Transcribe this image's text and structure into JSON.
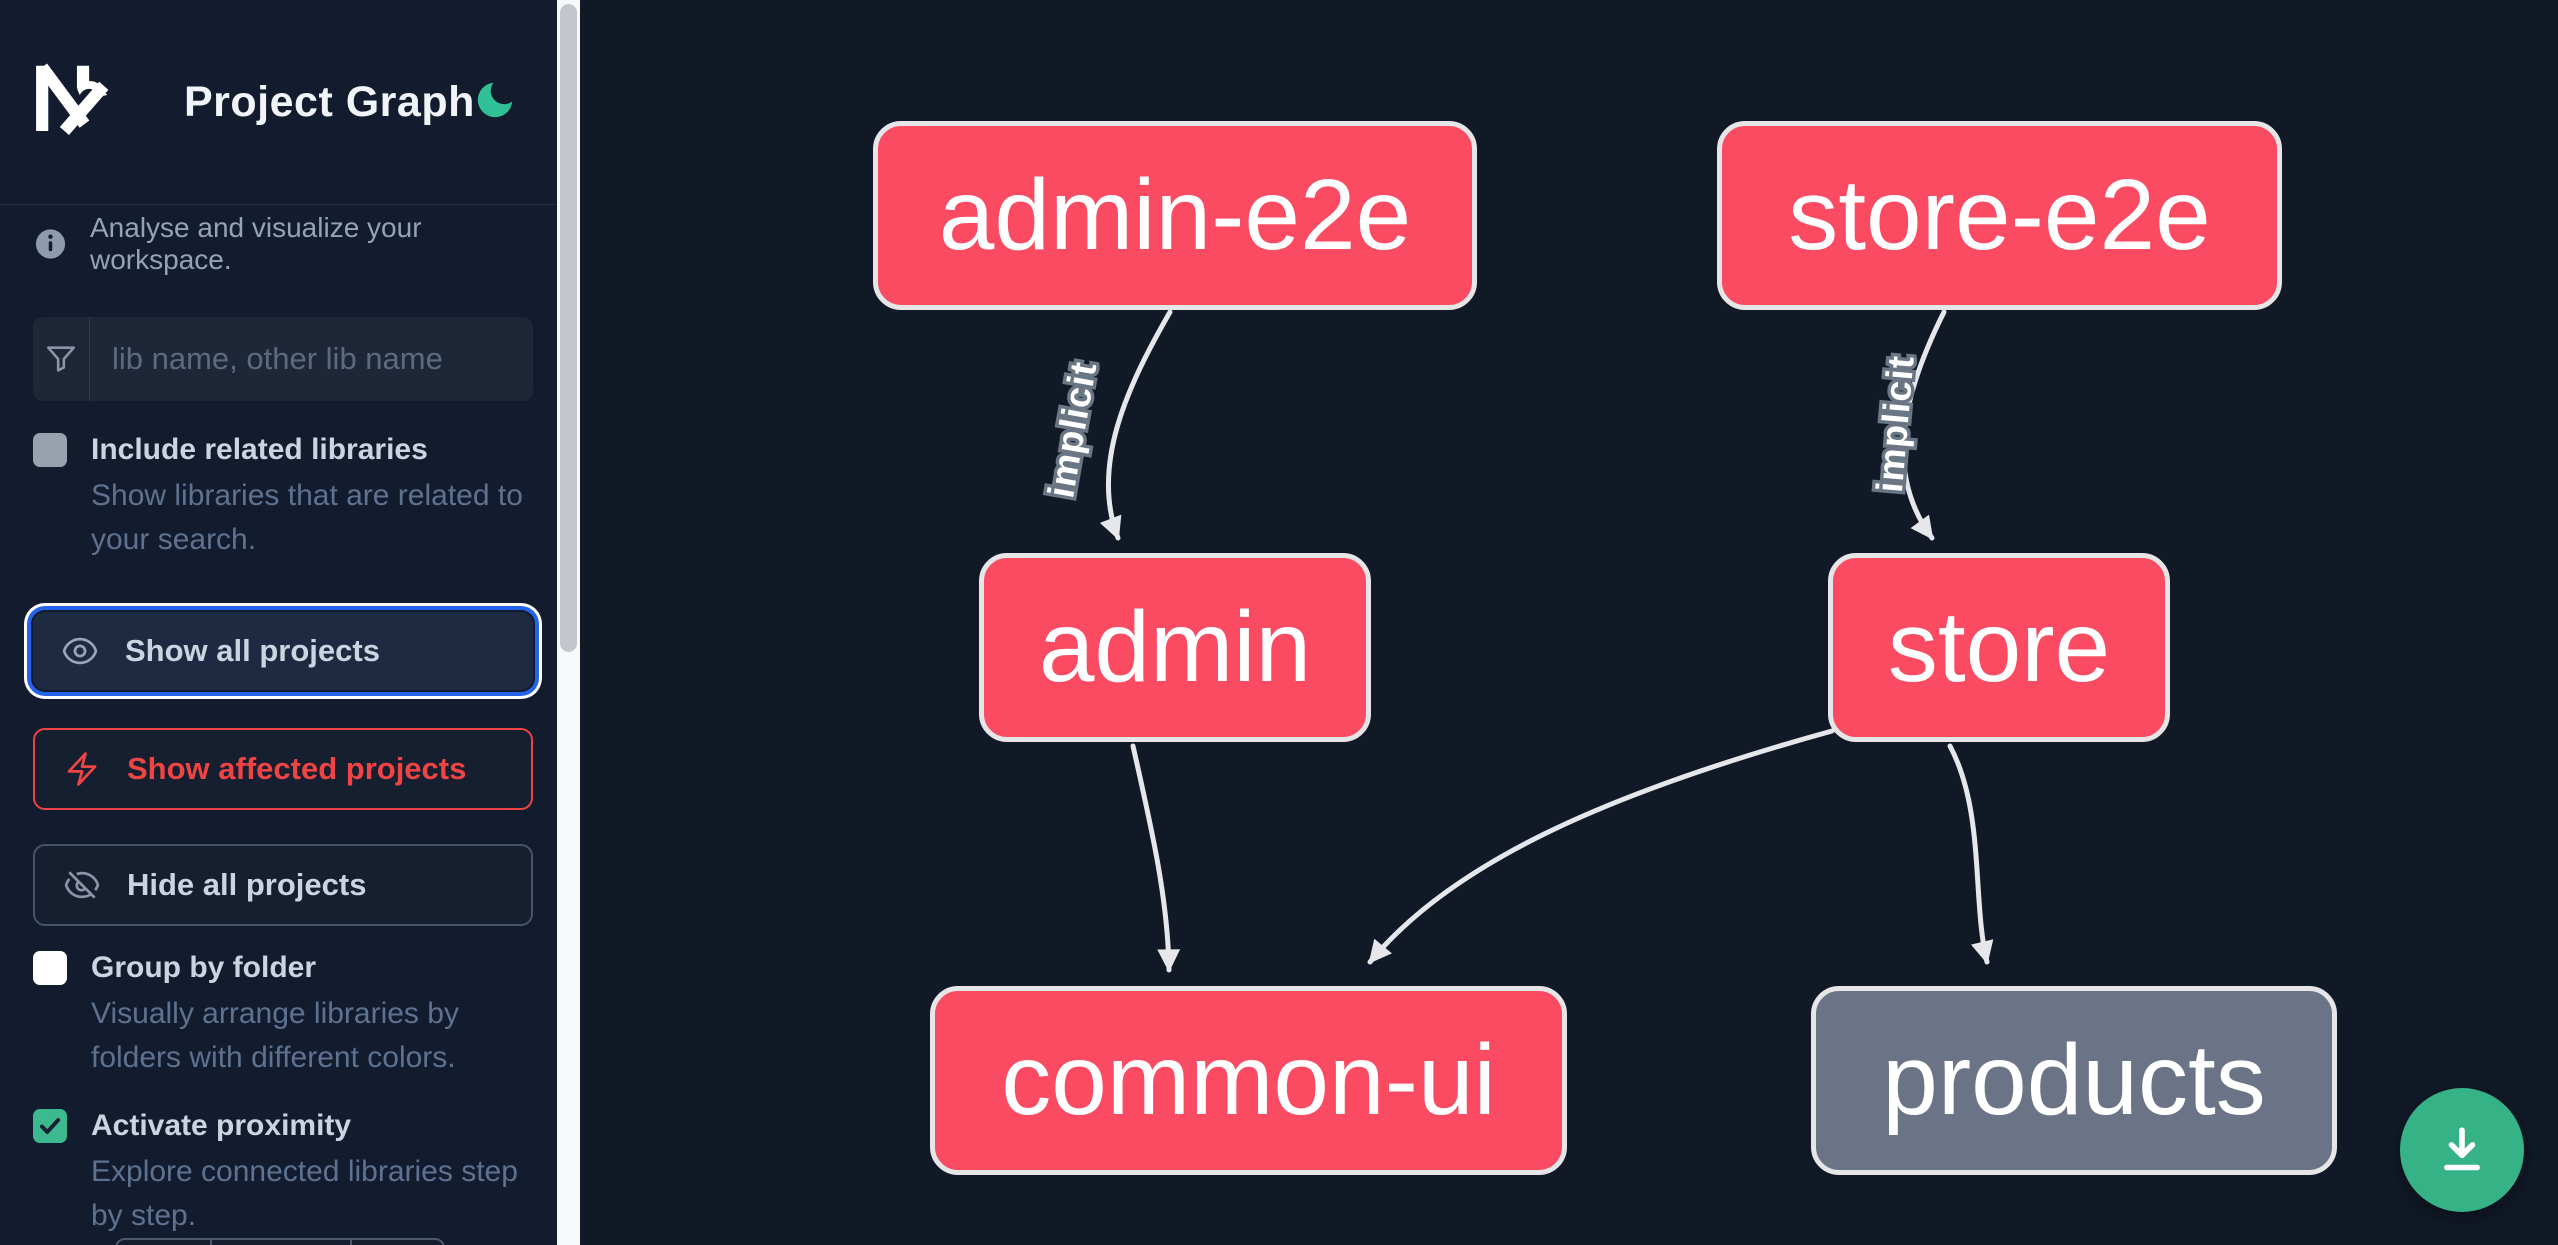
{
  "header": {
    "title": "Project Graph"
  },
  "sidebar": {
    "tagline": "Analyse and visualize your workspace.",
    "search": {
      "placeholder": "lib name, other lib name"
    },
    "toggles": [
      {
        "label": "Include related libraries",
        "description": "Show libraries that are related to your search.",
        "checked": false,
        "disabled": true
      },
      {
        "label": "Group by folder",
        "description": "Visually arrange libraries by folders with different colors.",
        "checked": false,
        "disabled": false
      },
      {
        "label": "Activate proximity",
        "description": "Explore connected libraries step by step.",
        "checked": true,
        "disabled": false
      }
    ],
    "actions": [
      {
        "label": "Show all projects",
        "icon": "eye-icon",
        "state": "focused"
      },
      {
        "label": "Show affected projects",
        "icon": "bolt-icon",
        "state": "affected"
      },
      {
        "label": "Hide all projects",
        "icon": "eye-slash-icon",
        "state": "default"
      }
    ]
  },
  "graph": {
    "nodes": [
      {
        "id": "admin-e2e",
        "kind": "affected"
      },
      {
        "id": "store-e2e",
        "kind": "affected"
      },
      {
        "id": "admin",
        "kind": "affected"
      },
      {
        "id": "store",
        "kind": "affected"
      },
      {
        "id": "common-ui",
        "kind": "affected"
      },
      {
        "id": "products",
        "kind": "unaffected"
      }
    ],
    "edges": [
      {
        "source": "admin-e2e",
        "target": "admin",
        "label": "implicit"
      },
      {
        "source": "store-e2e",
        "target": "store",
        "label": "implicit"
      },
      {
        "source": "admin",
        "target": "common-ui",
        "label": ""
      },
      {
        "source": "store",
        "target": "common-ui",
        "label": ""
      },
      {
        "source": "store",
        "target": "products",
        "label": ""
      }
    ]
  },
  "fab": {
    "icon": "download-icon"
  },
  "colors": {
    "affected_node": "#fb4b63",
    "unaffected_node": "#6b7487",
    "edge": "#e5e7eb",
    "focus_ring": "#2563eb",
    "affected_accent": "#ef4444",
    "fab_green": "#35b286",
    "moon_green": "#31c095",
    "checkbox_checked": "#3cb98e"
  }
}
